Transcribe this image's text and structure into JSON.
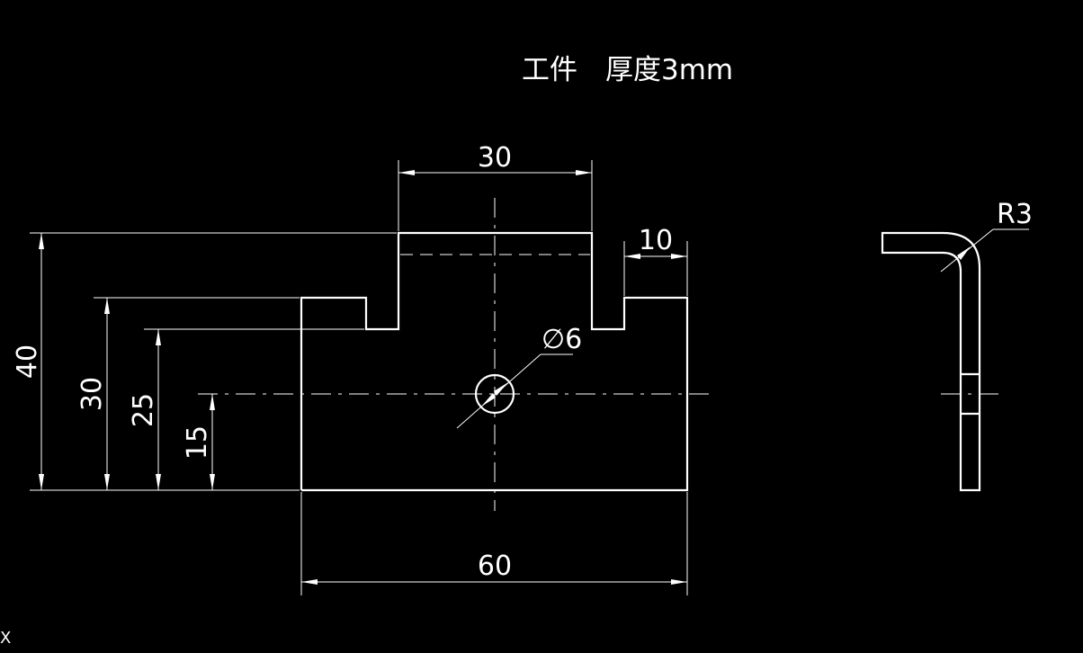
{
  "drawing": {
    "title": "工件　厚度3mm",
    "dimensions": {
      "top_width": "30",
      "right_slot": "10",
      "total_width": "60",
      "total_height": "40",
      "left_step_height": "30",
      "slot_bottom_height": "25",
      "hole_center_height": "15",
      "hole_diameter": "∅6",
      "bend_radius": "R3"
    },
    "ucs_label": "X"
  },
  "colors": {
    "background": "#000000",
    "lines": "#ffffff"
  }
}
